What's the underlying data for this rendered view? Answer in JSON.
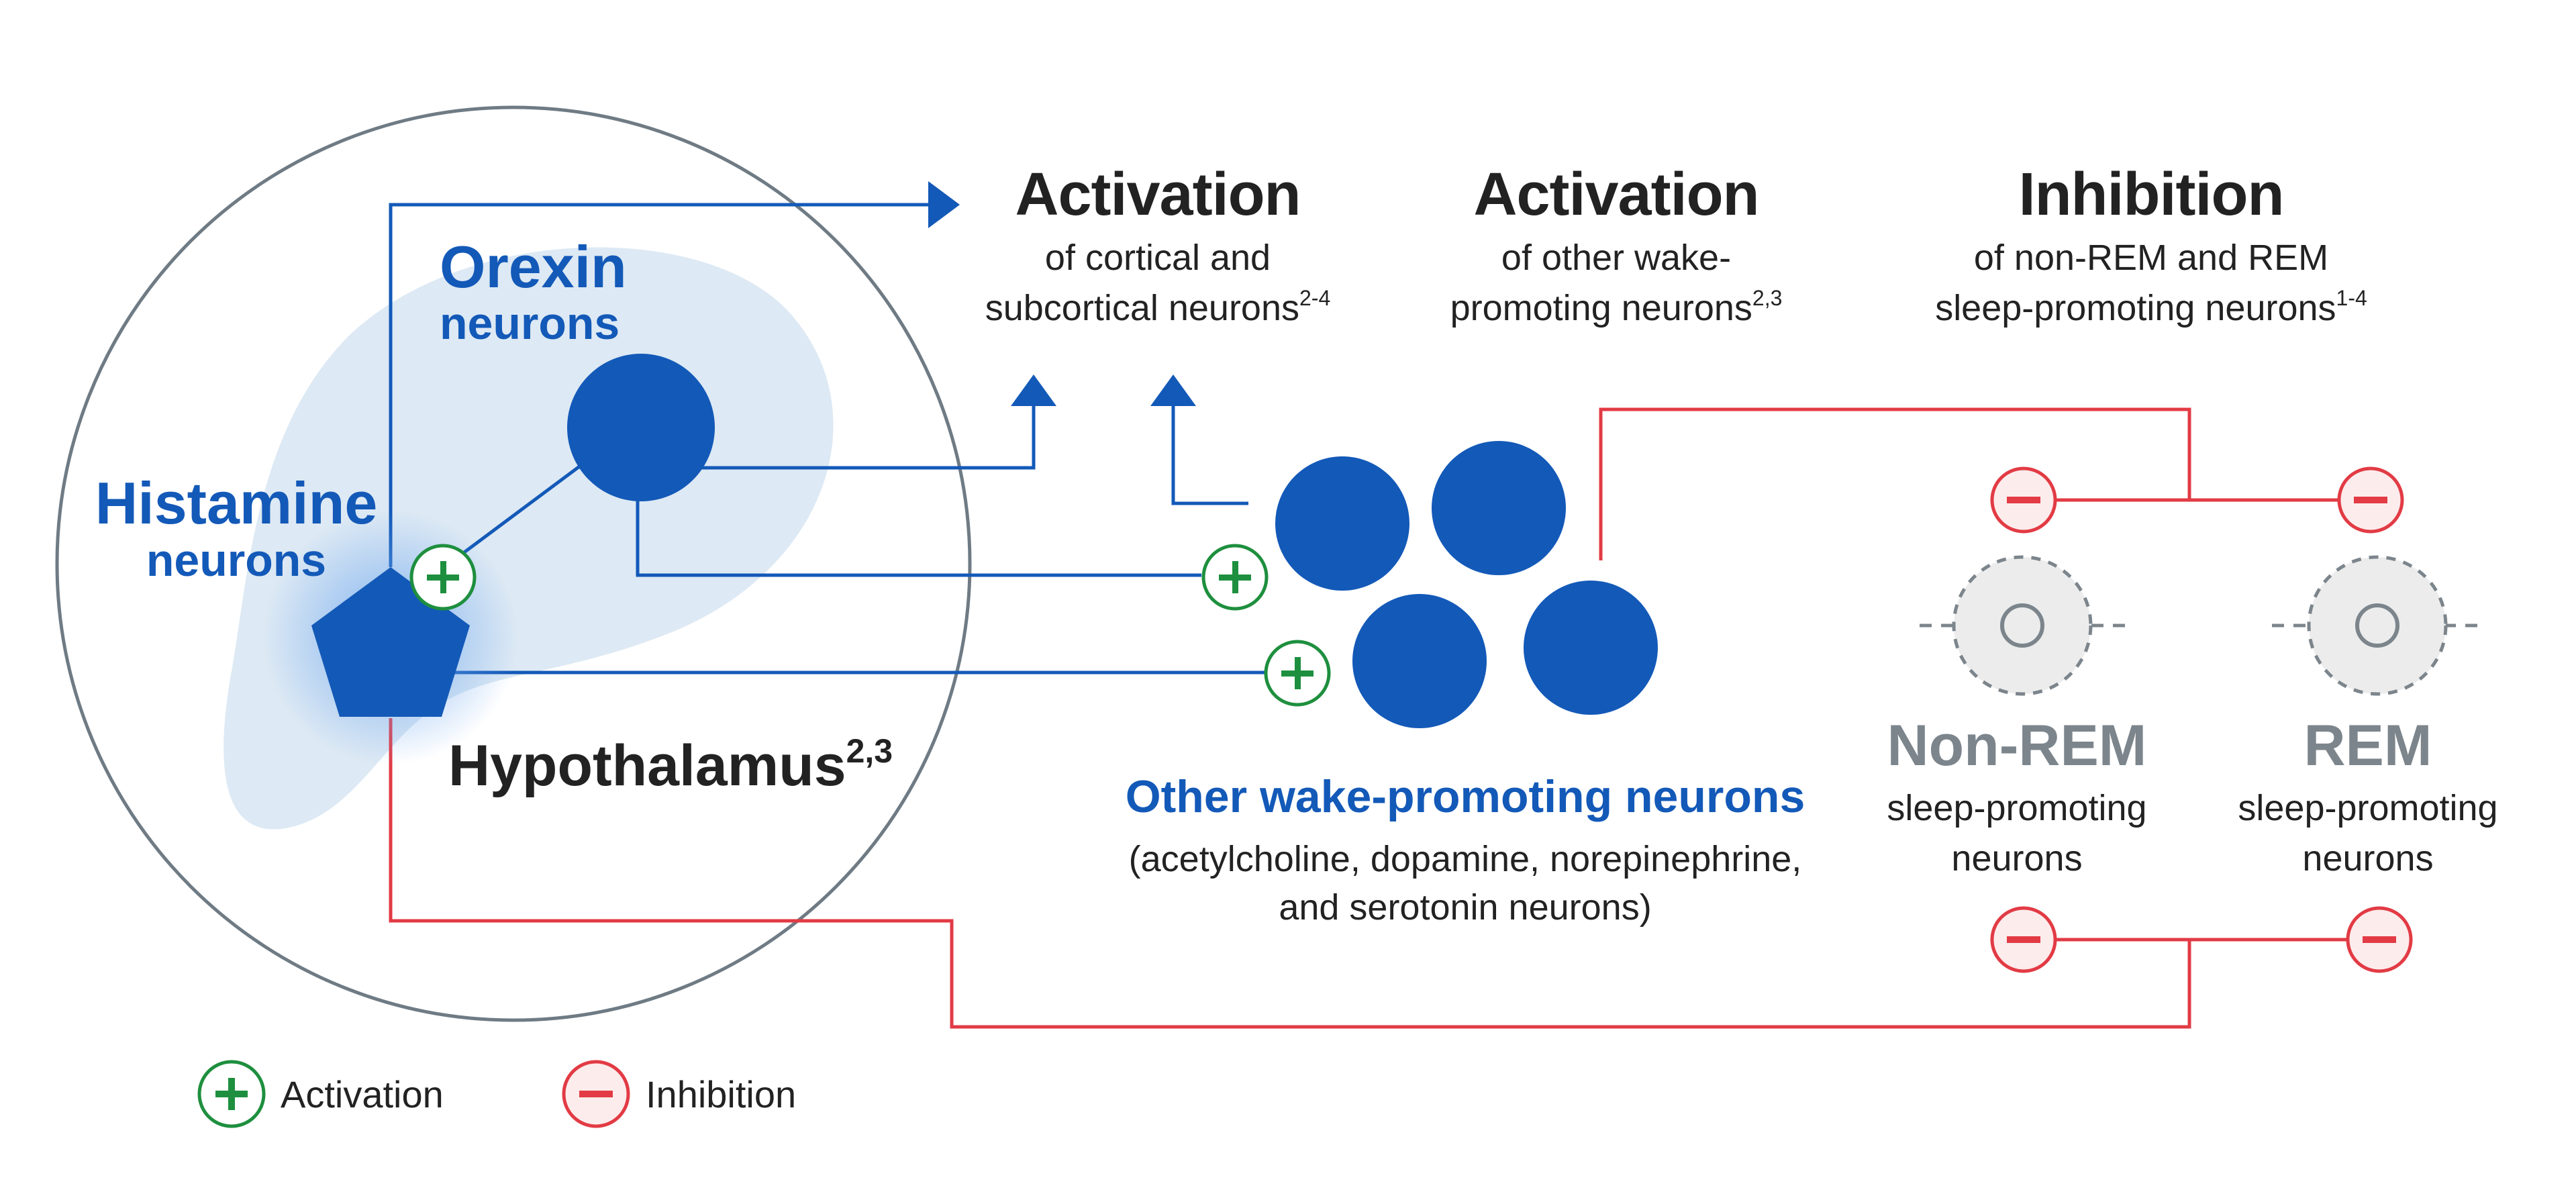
{
  "headings": {
    "col1": {
      "title": "Activation",
      "line1": "of cortical and",
      "line2": "subcortical neurons",
      "ref": "2-4"
    },
    "col2": {
      "title": "Activation",
      "line1": "of other wake-",
      "line2": "promoting neurons",
      "ref": "2,3"
    },
    "col3": {
      "title": "Inhibition",
      "line1": "of non-REM and REM",
      "line2": "sleep-promoting neurons",
      "ref": "1-4"
    }
  },
  "labels": {
    "orexin_title": "Orexin",
    "orexin_sub": "neurons",
    "histamine_title": "Histamine",
    "histamine_sub": "neurons",
    "hypothalamus": "Hypothalamus",
    "hypothalamus_ref": "2,3",
    "other_title": "Other wake-promoting neurons",
    "other_line1": "(acetylcholine, dopamine, norepinephrine,",
    "other_line2": "and serotonin neurons)",
    "nonrem_title": "Non-REM",
    "nonrem_line1": "sleep-promoting",
    "nonrem_line2": "neurons",
    "rem_title": "REM",
    "rem_line1": "sleep-promoting",
    "rem_line2": "neurons"
  },
  "legend": {
    "activation": "Activation",
    "inhibition": "Inhibition"
  },
  "colors": {
    "blue": "#1359b8",
    "green": "#1e8f3e",
    "red": "#e23b45",
    "gray": "#7c858c"
  }
}
